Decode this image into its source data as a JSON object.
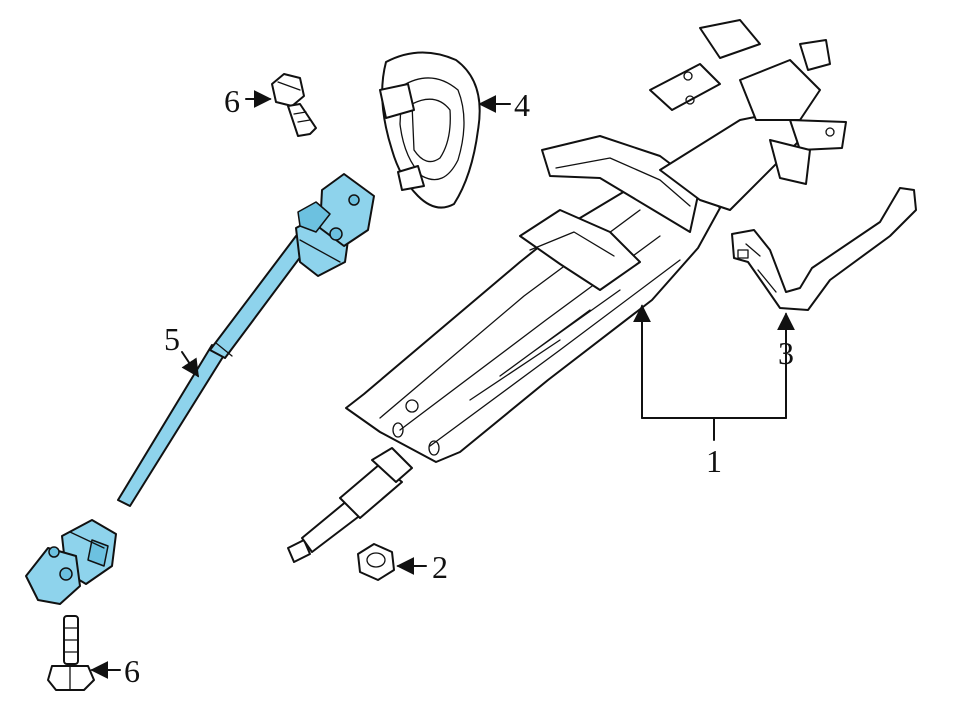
{
  "diagram": {
    "highlight_color": "#8ed3ec",
    "highlight_shade": "#6cc1e0",
    "line_color": "#111111"
  },
  "callouts": [
    {
      "id": "steering-column",
      "number": "1"
    },
    {
      "id": "nut",
      "number": "2"
    },
    {
      "id": "bracket",
      "number": "3"
    },
    {
      "id": "column-boot",
      "number": "4"
    },
    {
      "id": "intermediate-shaft",
      "number": "5"
    },
    {
      "id": "upper-bolt",
      "number": "6"
    },
    {
      "id": "lower-bolt",
      "number": "6"
    }
  ]
}
